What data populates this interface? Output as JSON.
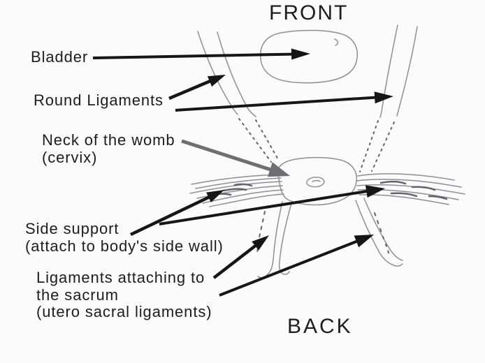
{
  "diagram": {
    "description": "Hand-drawn anatomical sketch of the womb supports viewed from above, with labelled arrows",
    "orientation": {
      "front": "FRONT",
      "back": "BACK"
    },
    "labels": {
      "bladder": "Bladder",
      "round_ligaments": "Round Ligaments",
      "neck_of_womb_line1": "Neck of the womb",
      "neck_of_womb_line2": "(cervix)",
      "side_support_line1": "Side support",
      "side_support_line2": "(attach to body's side wall)",
      "sacrum_line1": "Ligaments attaching to",
      "sacrum_line2": "the sacrum",
      "sacrum_line3": "(utero sacral ligaments)"
    },
    "colors": {
      "background": "#fbfbfc",
      "text": "#1d1d1f",
      "arrow_black": "#161616",
      "arrow_gray": "#6e6e74",
      "sketch_gray": "#8e8e96",
      "sketch_dark": "#64646c"
    }
  }
}
